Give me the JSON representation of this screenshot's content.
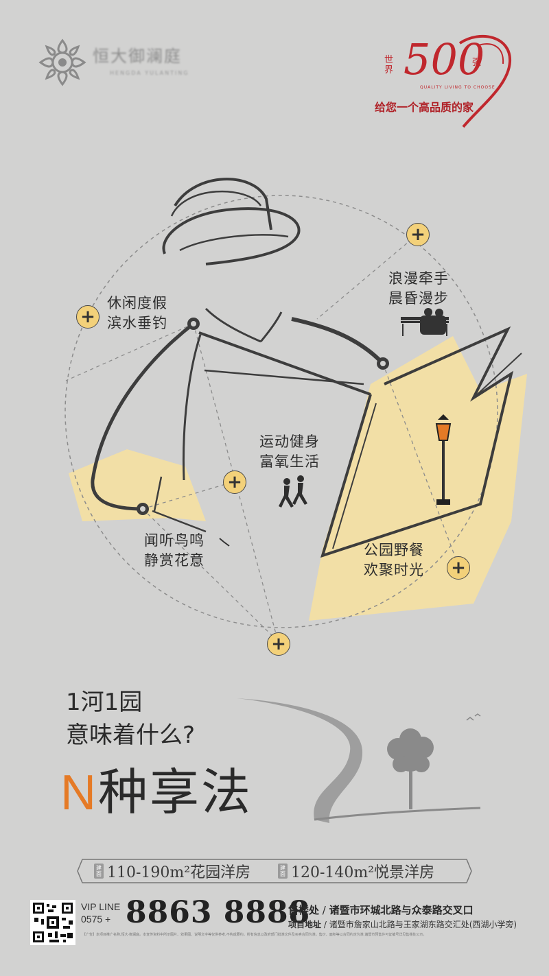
{
  "brand": {
    "logo_text": "恒大御澜庭",
    "logo_sub": "HENGDA YULANTING"
  },
  "badge": {
    "world": "世界",
    "number": "500",
    "strong": "强",
    "tagline": "QUALITY LIVING TO CHOOSE",
    "slogan": "给您一个高品质的家"
  },
  "features": [
    {
      "line1": "休闲度假",
      "line2": "滨水垂钓"
    },
    {
      "line1": "浪漫牵手",
      "line2": "晨昏漫步"
    },
    {
      "line1": "运动健身",
      "line2": "富氧生活"
    },
    {
      "line1": "闻听鸟鸣",
      "line2": "静赏花意"
    },
    {
      "line1": "公园野餐",
      "line2": "欢聚时光"
    }
  ],
  "headline": {
    "line1": "1河1园",
    "line2": "意味着什么?",
    "big_prefix": "N",
    "big_rest": "种享法"
  },
  "products": [
    {
      "chip": "建面",
      "text": "110-190m²花园洋房"
    },
    {
      "chip": "建面",
      "text": "120-140m²悦景洋房"
    }
  ],
  "contact": {
    "vip_line": "VIP LINE",
    "area_code": "0575",
    "plus": "+",
    "phone": "8863 8888",
    "sales_label": "售楼处",
    "sales_addr": "诸暨市环城北路与众泰路交叉口",
    "project_label": "项目地址",
    "project_addr": "诸暨市詹家山北路与王家湖东路交汇处(西湖小学旁)"
  },
  "fine_print": "【广告】本项目推广名称,恒大·御澜庭。本宣传资料中所示图片、效果图、说明文字等仅供参考,不构成要约。所有信息以政府部门批准文件及买卖合同为准。售价、面积等以合同约定为准,诸暨市预售许可证编号详见售楼处公示。",
  "colors": {
    "accent": "#e57a26",
    "badge_red": "#c0272d",
    "yellow": "#f3d17a",
    "background": "#d2d2d1"
  }
}
